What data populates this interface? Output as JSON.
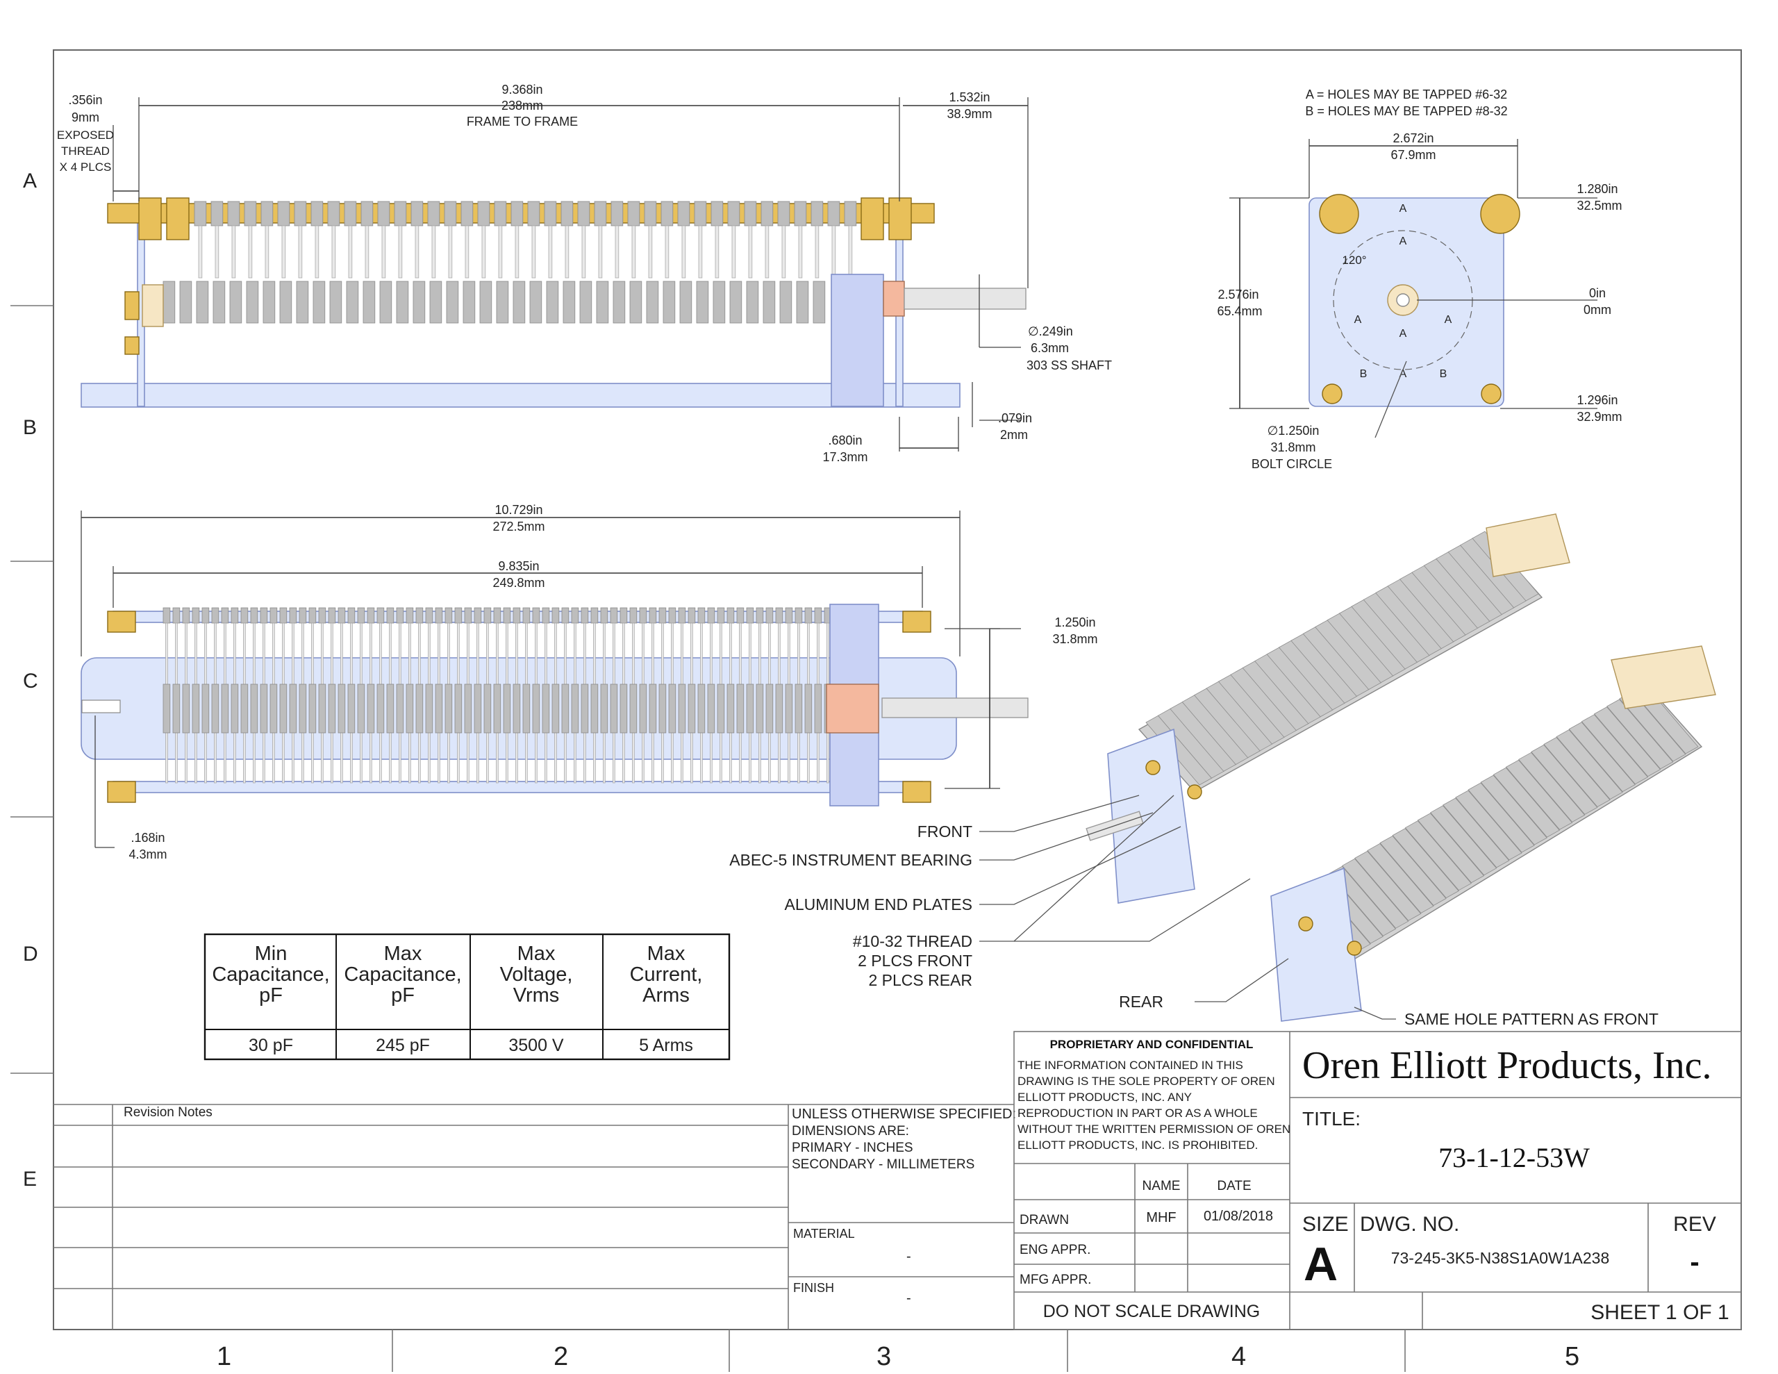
{
  "border": {
    "rows": [
      "A",
      "B",
      "C",
      "D",
      "E"
    ],
    "cols": [
      "1",
      "2",
      "3",
      "4",
      "5"
    ]
  },
  "top_view_dims": {
    "exposed_in": ".356in",
    "exposed_mm": "9mm",
    "exposed_note1": "EXPOSED",
    "exposed_note2": "THREAD",
    "exposed_note3": "X 4 PLCS",
    "ftf_in": "9.368in",
    "ftf_mm": "238mm",
    "ftf_note": "FRAME TO FRAME",
    "shaft_len_in": "1.532in",
    "shaft_len_mm": "38.9mm",
    "shaft_dia_in": "∅.249in",
    "shaft_dia_mm": "6.3mm",
    "shaft_note": "303 SS SHAFT",
    "base_in": ".079in",
    "base_mm": "2mm",
    "plate_in": ".680in",
    "plate_mm": "17.3mm"
  },
  "end_view_dims": {
    "note_a": "A = HOLES MAY BE TAPPED #6-32",
    "note_b": "B = HOLES MAY BE TAPPED #8-32",
    "width_in": "2.672in",
    "width_mm": "67.9mm",
    "top_in": "1.280in",
    "top_mm": "32.5mm",
    "zero_in": "0in",
    "zero_mm": "0mm",
    "height_in": "2.576in",
    "height_mm": "65.4mm",
    "bottom_in": "1.296in",
    "bottom_mm": "32.9mm",
    "bolt_in": "∅1.250in",
    "bolt_mm": "31.8mm",
    "bolt_note": "BOLT CIRCLE",
    "angle": "120°",
    "label_a": "A",
    "label_b": "B"
  },
  "side_view_dims": {
    "overall_in": "10.729in",
    "overall_mm": "272.5mm",
    "inner_in": "9.835in",
    "inner_mm": "249.8mm",
    "shaft_ctr_in": "1.250in",
    "shaft_ctr_mm": "31.8mm",
    "slot_in": ".168in",
    "slot_mm": "4.3mm"
  },
  "iso_labels": {
    "front": "FRONT",
    "bearing": "ABEC-5 INSTRUMENT BEARING",
    "plates": "ALUMINUM END PLATES",
    "thread1": "#10-32 THREAD",
    "thread2": "2 PLCS FRONT",
    "thread3": "2 PLCS REAR",
    "rear": "REAR",
    "same": "SAME HOLE PATTERN AS FRONT"
  },
  "spec_table": {
    "headers": [
      [
        "Min",
        "Capacitance,",
        "pF"
      ],
      [
        "Max",
        "Capacitance,",
        "pF"
      ],
      [
        "Max",
        "Voltage,",
        "Vrms"
      ],
      [
        "Max",
        "Current,",
        "Arms"
      ]
    ],
    "values": [
      "30 pF",
      "245 pF",
      "3500 V",
      "5 Arms"
    ]
  },
  "revision": {
    "title": "Revision Notes"
  },
  "tolerance": {
    "l1": "UNLESS OTHERWISE SPECIFIED:",
    "l2": "DIMENSIONS ARE:",
    "l3": "PRIMARY - INCHES",
    "l4": "SECONDARY - MILLIMETERS"
  },
  "material": {
    "label": "MATERIAL",
    "value": "-"
  },
  "finish": {
    "label": "FINISH",
    "value": "-"
  },
  "proprietary": {
    "title": "PROPRIETARY AND CONFIDENTIAL",
    "l1": "THE INFORMATION CONTAINED IN THIS",
    "l2": "DRAWING IS THE SOLE PROPERTY OF OREN",
    "l3": "ELLIOTT PRODUCTS, INC.  ANY",
    "l4": "REPRODUCTION IN PART OR AS A WHOLE",
    "l5": "WITHOUT THE WRITTEN PERMISSION OF OREN",
    "l6": "ELLIOTT PRODUCTS, INC.  IS PROHIBITED."
  },
  "approvals": {
    "name_h": "NAME",
    "date_h": "DATE",
    "drawn": "DRAWN",
    "drawn_name": "MHF",
    "drawn_date": "01/08/2018",
    "eng": "ENG APPR.",
    "mfg": "MFG APPR."
  },
  "title_block": {
    "company": "Oren Elliott Products, Inc.",
    "title_label": "TITLE:",
    "title": "73-1-12-53W",
    "size_label": "SIZE",
    "size": "A",
    "dwg_label": "DWG.  NO.",
    "dwg_no": "73-245-3K5-N38S1A0W1A238",
    "rev_label": "REV",
    "rev": "-",
    "noscale": "DO NOT SCALE DRAWING",
    "sheet": "SHEET 1 OF 1"
  }
}
